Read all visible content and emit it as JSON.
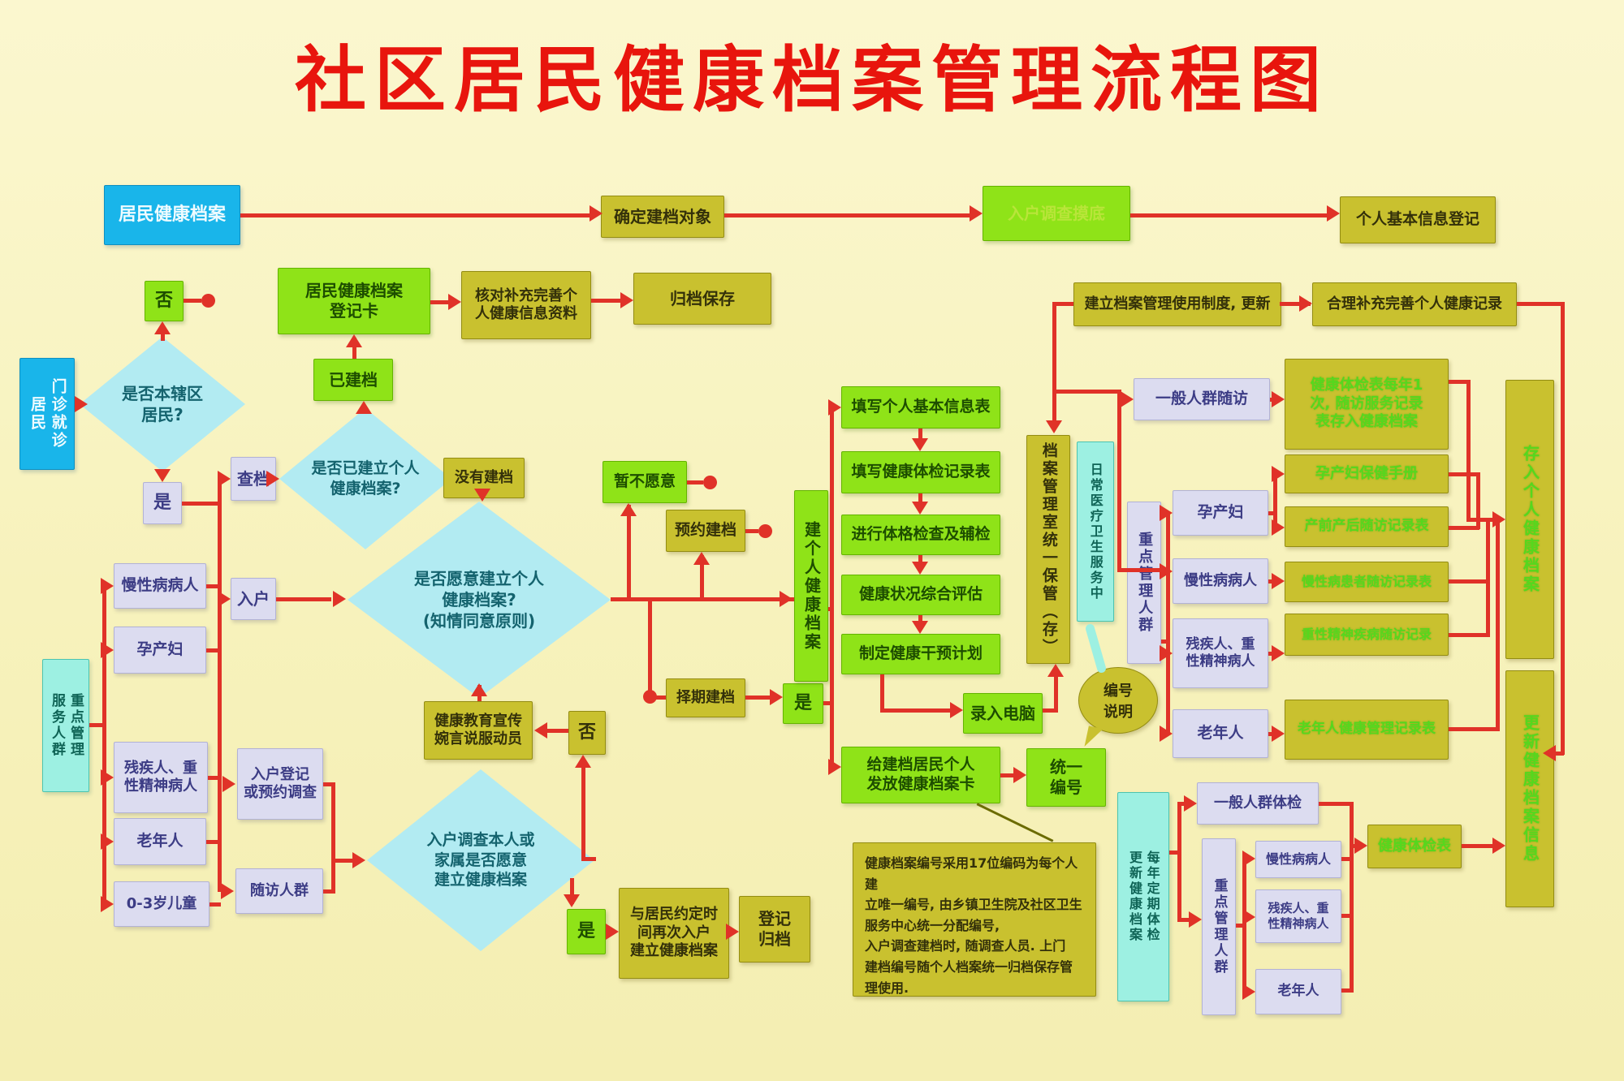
{
  "title": "社区居民健康档案管理流程图",
  "colors": {
    "background": "#f7f2bc",
    "connector_red": "#e03228",
    "olive_box": "#c9c12f",
    "bright_green_box": "#8fe318",
    "blue_box": "#19b5ea",
    "cyan_box": "#9df0e2",
    "lavender_box": "#dcdcf0",
    "diamond_cyan": "#b2ebf2",
    "title_red": "#e8150d",
    "green_text_on_olive": "#55d81e"
  },
  "nodes": {
    "a1": "居民健康档案",
    "a2": "确定建档对象",
    "a3": "入户调查摸底",
    "a4": "个人基本信息登记",
    "e1": "居民健康档案\n登记卡",
    "e2": "核对补充完善个\n人健康信息资料",
    "e3": "归档保存",
    "no1": "否",
    "yes1": "是",
    "d1": "是否本辖区\n居民?",
    "f1": "门诊就诊\n居民",
    "chadang": "查档",
    "d2": "是否已建立个人\n健康档案?",
    "built": "已建档",
    "notbuilt": "没有建档",
    "d3": "是否愿意建立个人\n健康档案?\n(知情同意原则)",
    "ruhu": "入户",
    "tempno": "暂不愿意",
    "yuyue": "预约建档",
    "zeqi": "择期建档",
    "yes2": "是",
    "edu": "健康教育宣传\n婉言说服动员",
    "no2": "否",
    "d4": "入户调查本人或\n家属是否愿意\n建立健康档案",
    "yes3": "是",
    "agree3": "与居民约定时\n间再次入户\n建立健康档案",
    "regfile": "登记\n归档",
    "f2": "重点管理\n服务人群",
    "ll1": "慢性病病人",
    "ll2": "孕产妇",
    "ll3": "残疾人、重\n性精神病人",
    "ll4": "老年人",
    "ll5": "0-3岁儿童",
    "in1": "入户登记\n或预约调查",
    "in2": "随访人群",
    "vjian": "建个人健康档案",
    "ch1": "填写个人基本信息表",
    "ch2": "填写健康体检记录表",
    "ch3": "进行体格检查及辅检",
    "ch4": "健康状况综合评估",
    "ch5": "制定健康干预计划",
    "luru": "录入电脑",
    "fafang": "给建档居民个人\n发放健康档案卡",
    "bianhao": "统一\n编号",
    "bubble": "编号\n说明",
    "note": "健康档案编号采用17位编码为每个人建\n立唯一编号, 由乡镇卫生院及社区卫生\n服务中心统一分配编号,\n入户调查建档时, 随调查人员. 上门\n建档编号随个人档案统一归档保存管\n理使用.",
    "archive_room": "档案管理室统一保管（存）",
    "g1": "建立档案管理使用制度, 更新",
    "h1": "合理补充完善个人健康记录",
    "j1": "日常医疗卫生服务中",
    "k1": "一般人群随访",
    "k2": "重点管理人群",
    "l0": "孕产妇",
    "l1": "慢性病病人",
    "l2": "残疾人、重\n性精神病人",
    "l3": "老年人",
    "r1": "健康体检表每年1\n次, 随访服务记录\n表存入健康档案",
    "r2": "孕产妇保健手册",
    "r3": "产前产后随访记录表",
    "r4": "慢性病患者随访记录表",
    "r5": "重性精神疾病随访记录",
    "r6": "老年人健康管理记录表",
    "q1": "存入个人健康档案",
    "q2": "更新健康档案信息",
    "m1": "每年定期体检\n更新健康档案",
    "n1": "一般人群体检",
    "n2": "重点管理人群",
    "o1": "慢性病病人",
    "o2": "残疾人、重\n性精神病人",
    "o3": "老年人",
    "p1": "健康体检表"
  }
}
